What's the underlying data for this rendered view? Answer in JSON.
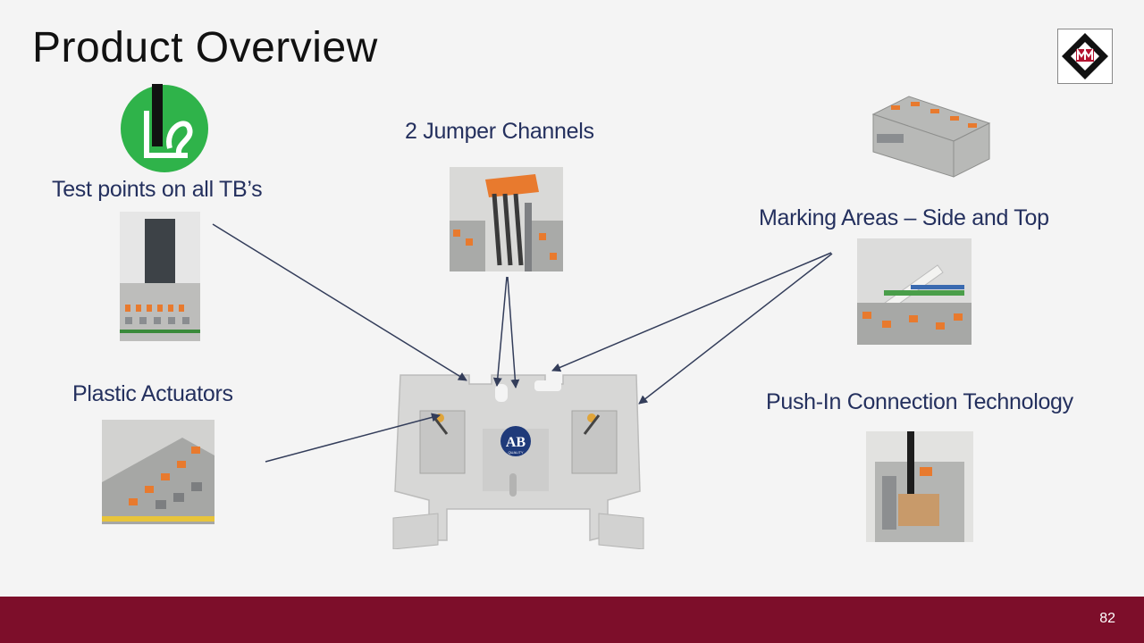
{
  "slide": {
    "title": "Product Overview",
    "page_number": "82"
  },
  "features": {
    "test_points": "Test points on all TB’s",
    "jumper_channels": "2 Jumper Channels",
    "marking_areas": "Marking Areas – Side and Top",
    "plastic_actuators": "Plastic Actuators",
    "push_in": "Push-In Connection Technology"
  },
  "brand": {
    "main_product_badge": "AB",
    "badge_subtext": "QUALITY"
  },
  "colors": {
    "footer": "#7d0e2a",
    "caption_text": "#24305e",
    "test_point_icon": "#2fb34a",
    "terminal_orange": "#e87a2e",
    "terminal_grey": "#c8c8c6"
  },
  "icons": {
    "test_point": "test-point-icon",
    "logo": "company-logo-icon"
  }
}
